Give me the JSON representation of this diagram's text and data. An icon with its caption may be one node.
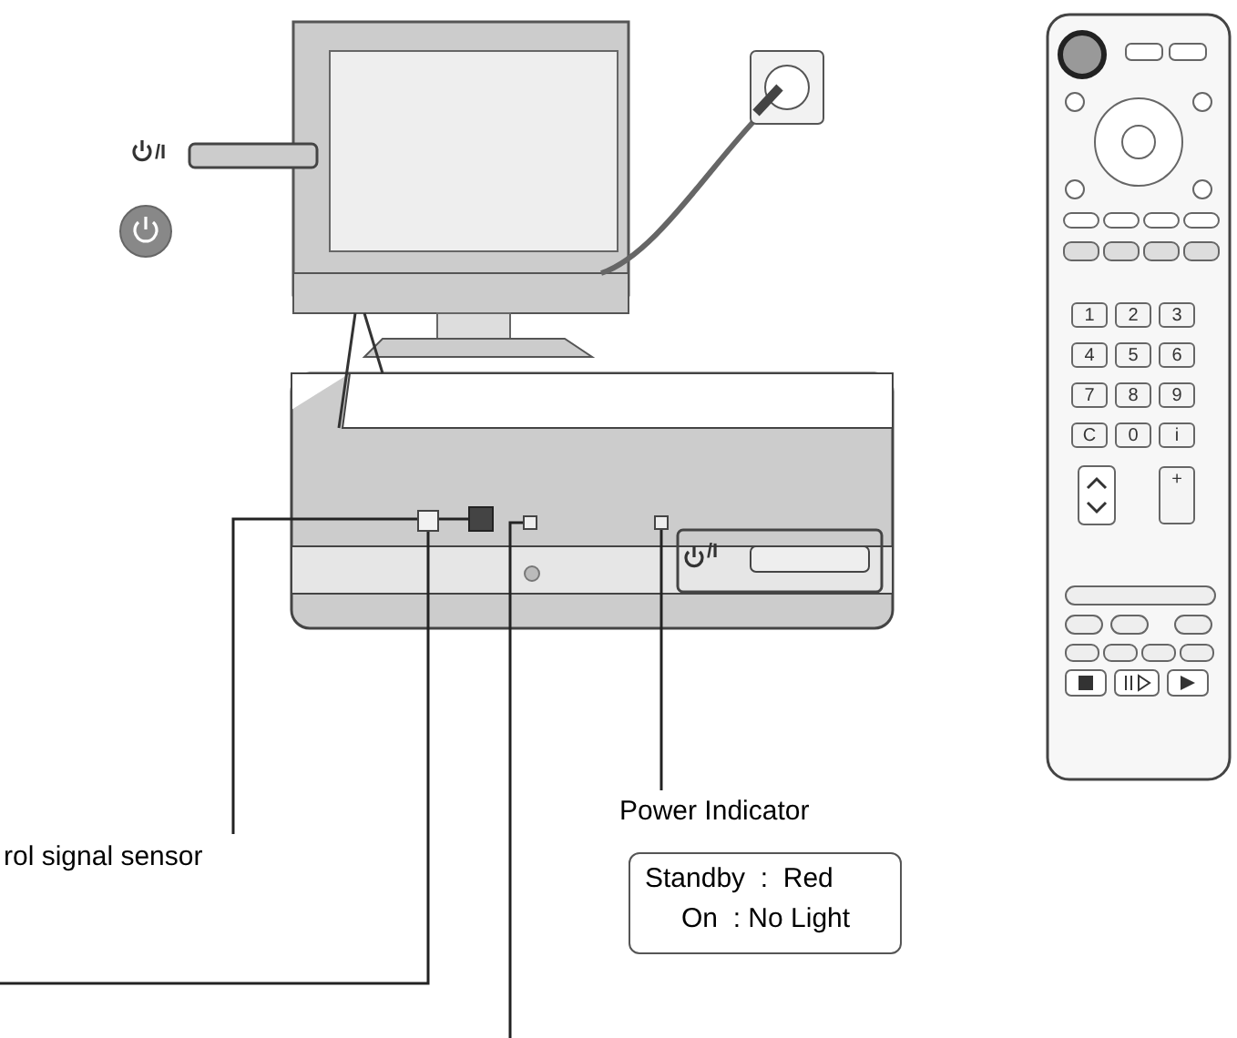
{
  "diagram": {
    "nodes": [
      {
        "text": [
          "rol signal sensor"
        ]
      },
      {
        "text": [],
        "shape": "box"
      },
      {
        "text": [],
        "shape": "box"
      },
      {
        "text": [],
        "shape": "box"
      },
      {
        "text": [],
        "shape": "box"
      },
      {
        "text": [
          "Power Indicator"
        ]
      },
      {
        "text": [
          "Standby  :  Red",
          "On  : No Light"
        ]
      }
    ],
    "edges": [
      {
        "from": 0,
        "to": 2,
        "arrow": "none"
      },
      {
        "from": null,
        "to": 1,
        "arrow": "none"
      },
      {
        "from": null,
        "to": 3,
        "arrow": "none"
      },
      {
        "from": 5,
        "to": 4,
        "arrow": "none"
      }
    ],
    "labels": [
      "/I",
      "/I",
      "1",
      "2",
      "3",
      "4",
      "5",
      "6",
      "7",
      "8",
      "9",
      "C",
      "0",
      "i",
      "+"
    ]
  }
}
